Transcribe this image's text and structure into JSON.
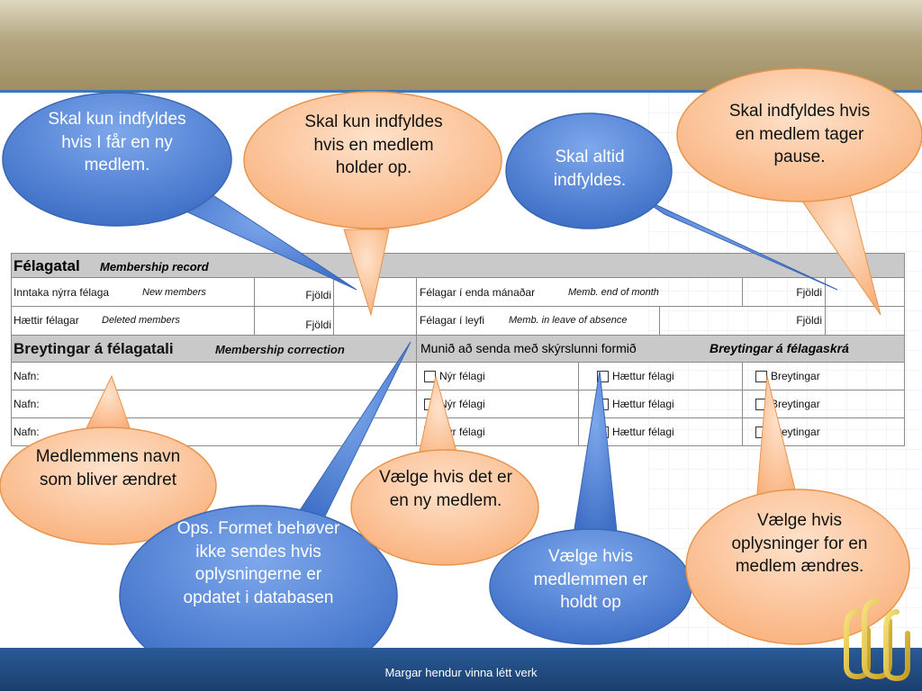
{
  "colors": {
    "header_gradient": [
      "#ddd8bf",
      "#9f8e62"
    ],
    "footer": "#1f4a80",
    "blue_callout": "#4a7fd2",
    "orange_callout": "#fbbd90",
    "form_section_bg": "#c9c9c9"
  },
  "form": {
    "section1_title": "Félagatal",
    "section1_subtitle": "Membership record",
    "row1_left_label": "Inntaka nýrra félaga",
    "row1_left_italic": "New members",
    "row1_left_count": "Fjöldi",
    "row1_right_label": "Félagar í enda mánaðar",
    "row1_right_italic": "Memb. end of month",
    "row1_right_count": "Fjöldi",
    "row2_left_label": "Hættir félagar",
    "row2_left_italic": "Deleted members",
    "row2_left_count": "Fjöldi",
    "row2_right_label": "Félagar í leyfi",
    "row2_right_italic": "Memb. in leave of absence",
    "row2_right_count": "Fjöldi",
    "section2_title": "Breytingar á félagatali",
    "section2_subtitle": "Membership correction",
    "section2_note": "Munið að senda með skýrslunni formið",
    "section2_note_bold": "Breytingar á félagaskrá",
    "name_rows": [
      {
        "label": "Nafn:",
        "opt1": "Nýr félagi",
        "opt2": "Hættur félagi",
        "opt3": "Breytingar"
      },
      {
        "label": "Nafn:",
        "opt1": "Nýr félagi",
        "opt2": "Hættur félagi",
        "opt3": "Breytingar"
      },
      {
        "label": "Nafn:",
        "opt1": "Nýr félagi",
        "opt2": "Hættur félagi",
        "opt3": "Breytingar"
      }
    ]
  },
  "callouts": {
    "new_member": "Skal kun indfyldes hvis  I får en ny medlem.",
    "member_stops": "Skal kun indfyldes hvis en medlem holder op.",
    "always_fill": "Skal altid indfyldes.",
    "member_pause": "Skal indfyldes hvis en medlem tager pause.",
    "member_name": "Medlemmens navn som bliver ændret",
    "ops_note": "Ops. Formet behøver ikke sendes hvis oplysningerne er opdatet i databasen",
    "choose_new": "Vælge hvis det er en ny medlem.",
    "choose_stopped": "Vælge hvis medlemmen er holdt op",
    "choose_changed": "Vælge hvis oplysninger for en medlem ændres."
  },
  "footer": {
    "text": "Margar hendur vinna létt  verk"
  }
}
